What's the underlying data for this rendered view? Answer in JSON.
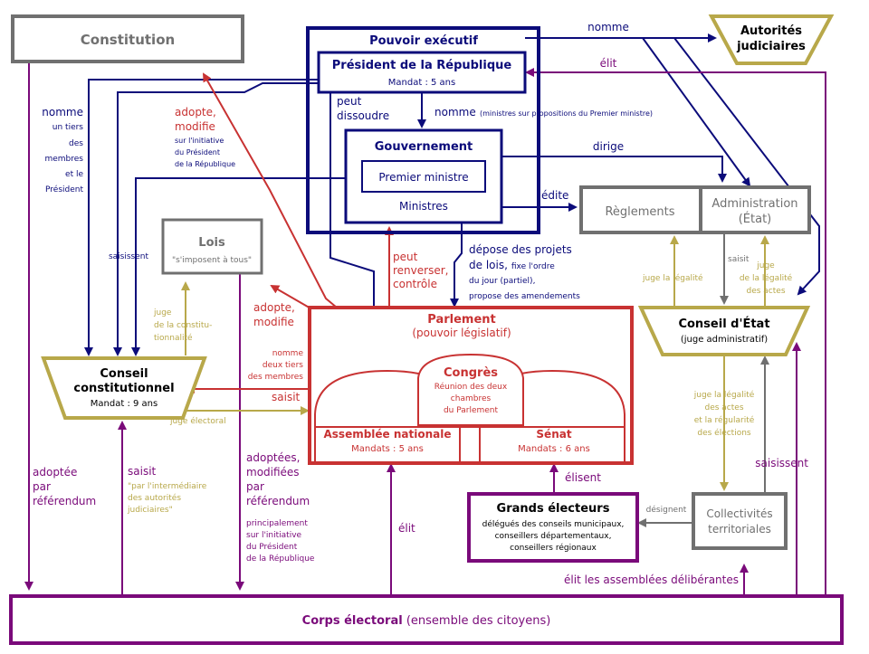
{
  "nodes": {
    "constitution": "Constitution",
    "autorites": [
      "Autorités",
      "judiciaires"
    ],
    "pouvoir_executif": "Pouvoir exécutif",
    "president": "Président de la République",
    "president_mandat": "Mandat : 5 ans",
    "gouvernement": "Gouvernement",
    "premier_ministre": "Premier ministre",
    "ministres": "Ministres",
    "reglements": "Règlements",
    "administration": [
      "Administration",
      "(État)"
    ],
    "lois": "Lois",
    "lois_sub": "\"s'imposent à tous\"",
    "conseil_etat": "Conseil d'État",
    "conseil_etat_sub": "(juge administratif)",
    "conseil_const": [
      "Conseil",
      "constitutionnel"
    ],
    "conseil_const_mandat": "Mandat : 9 ans",
    "parlement": "Parlement",
    "parlement_sub": "(pouvoir législatif)",
    "congres": "Congrès",
    "congres_sub": [
      "Réunion des deux",
      "chambres",
      "du Parlement"
    ],
    "assemblee": "Assemblée nationale",
    "assemblee_mandat": "Mandats : 5 ans",
    "senat": "Sénat",
    "senat_mandat": "Mandats : 6 ans",
    "grands_electeurs": "Grands électeurs",
    "grands_electeurs_sub": [
      "délégués des conseils municipaux,",
      "conseillers départementaux,",
      "conseillers régionaux"
    ],
    "collectivites": [
      "Collectivités",
      "territoriales"
    ],
    "corps_electoral": "Corps électoral",
    "corps_electoral_sub": " (ensemble des citoyens)"
  },
  "labels": {
    "nomme_top": "nomme",
    "elit_top": "élit",
    "peut_dissoudre": [
      "peut",
      "dissoudre"
    ],
    "nomme_gouv": "nomme",
    "nomme_gouv_sub": "(ministres sur propositions du Premier ministre)",
    "dirige": "dirige",
    "edite": "édite",
    "adopte_modifie_1": [
      "adopte,",
      "modifie"
    ],
    "adopte_modifie_1_sub": [
      "sur l'initiative",
      "du Président",
      "de la République"
    ],
    "nomme_left": "nomme",
    "nomme_left_sub": [
      "un tiers",
      "des",
      "membres",
      "et le",
      "Président"
    ],
    "saisissent_left": "saisissent",
    "juge_constitu": [
      "juge",
      "de la constitu-",
      "tionnalité"
    ],
    "adopte_modifie_2": [
      "adopte,",
      "modifie"
    ],
    "peut_renverser": [
      "peut",
      "renverser,",
      "contrôle"
    ],
    "depose": [
      "dépose des projets",
      "de lois,"
    ],
    "depose_sub1": "fixe l'ordre",
    "depose_sub2": "du jour (partiel),",
    "depose_sub3": "propose des amendements",
    "nomme_deux_tiers": [
      "nomme",
      "deux tiers",
      "des membres"
    ],
    "saisit_mid": "saisit",
    "juge_electoral": "juge électoral",
    "juge_legalite": "juge la légalité",
    "saisit_right": "saisit",
    "juge_legalite_actes": [
      "juge",
      "de la légalité",
      "des actes"
    ],
    "juge_legalite_elections": [
      "juge la légalité",
      "des actes",
      "et la régularité",
      "des élections"
    ],
    "adoptee_referendum": [
      "adoptée",
      "par",
      "référendum"
    ],
    "saisit_cc": "saisit",
    "saisit_cc_sub": [
      "\"par l'intermédiaire",
      "des autorités",
      "judiciaires\""
    ],
    "adoptees_referendum": [
      "adoptées,",
      "modifiées",
      "par",
      "référendum"
    ],
    "principalement": [
      "principalement",
      "sur l'initiative",
      "du Président",
      "de la République"
    ],
    "elit_bottom": "élit",
    "elisent": "élisent",
    "designent": "désignent",
    "elit_assemblees": "élit les assemblées délibérantes",
    "saisissent_right": "saisissent"
  },
  "colors": {
    "navy": "#0b0b7a",
    "red": "#c83232",
    "purple": "#7a0a7a",
    "gold": "#b8a84a",
    "gray": "#707070"
  }
}
